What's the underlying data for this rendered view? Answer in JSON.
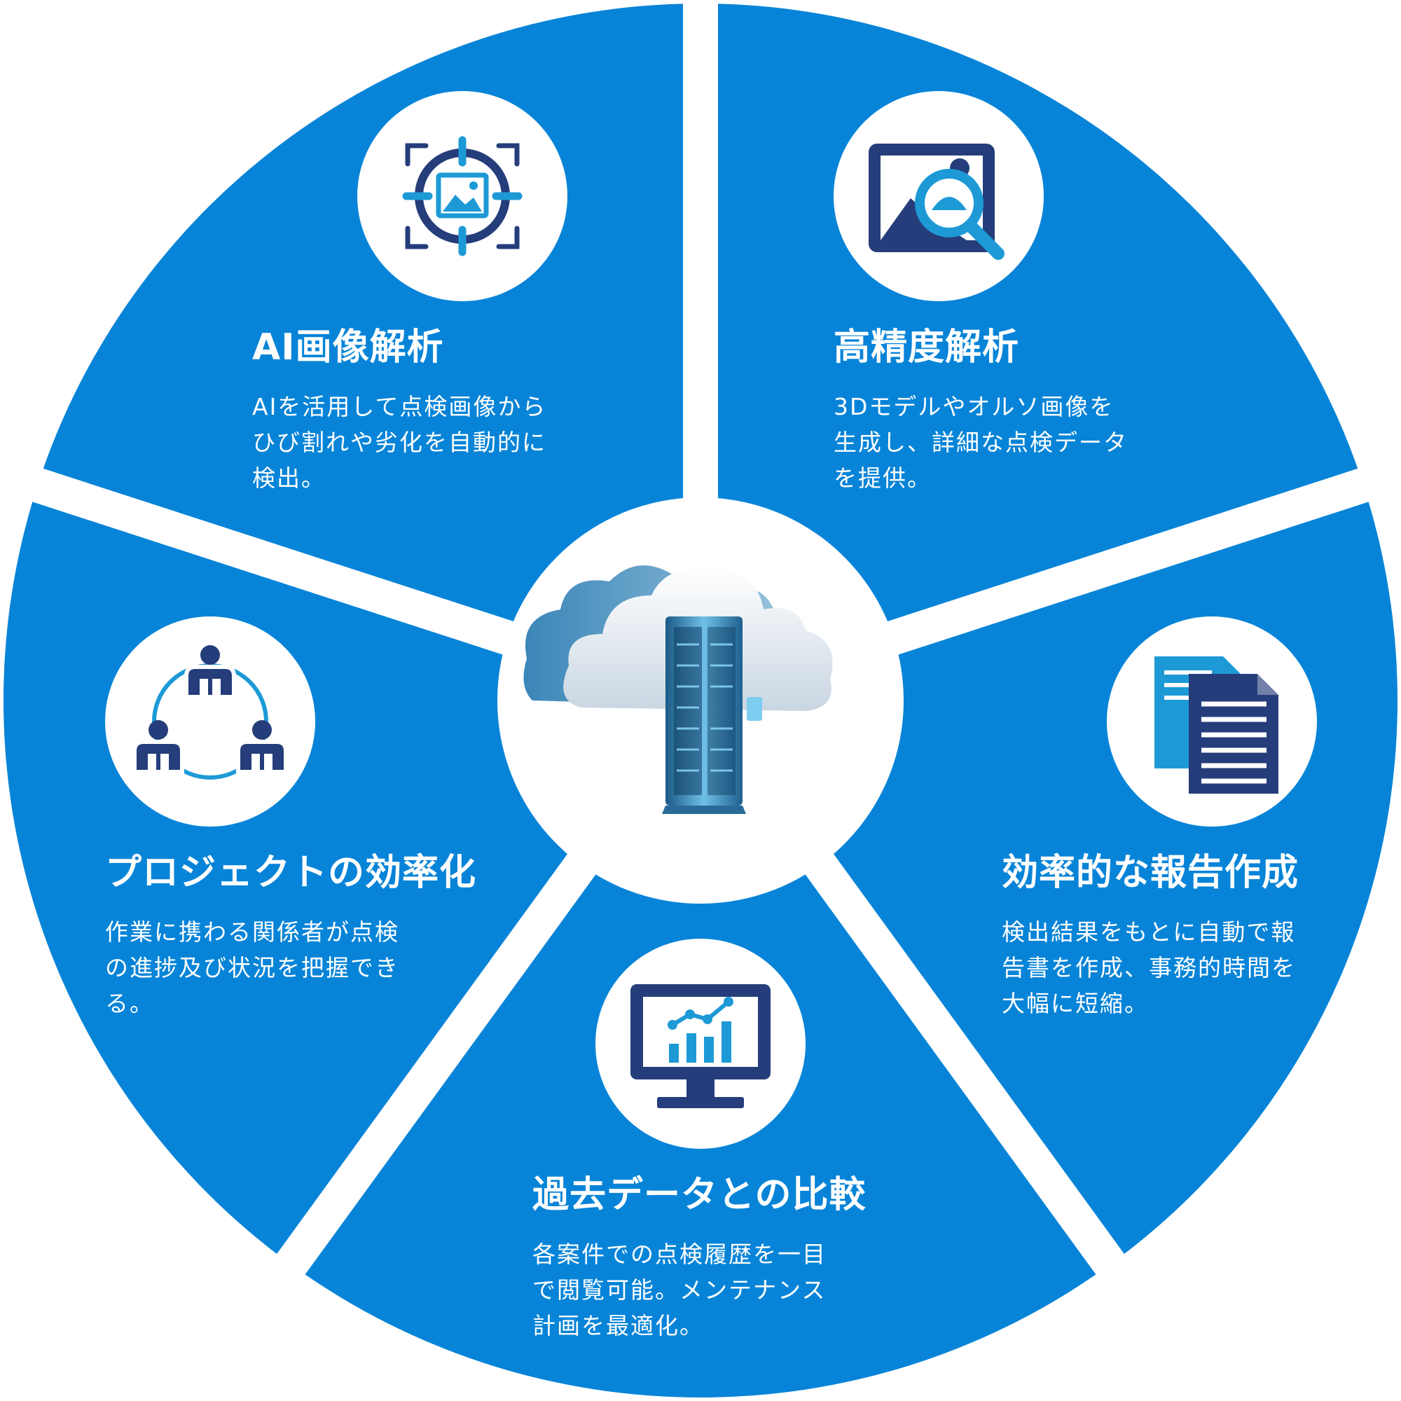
{
  "colors": {
    "segment": "#0784d8",
    "icon_navy": "#253d7a",
    "icon_blue": "#1d9ad6",
    "circle_fill": "#ffffff"
  },
  "center": {
    "icon": "cloud-server-icon"
  },
  "segments": [
    {
      "key": "ai",
      "icon": "image-target-icon",
      "title": "AI画像解析",
      "desc": [
        "AIを活用して点検画像から",
        "ひび割れや劣化を自動的に",
        "検出。"
      ]
    },
    {
      "key": "precision",
      "icon": "image-search-icon",
      "title": "高精度解析",
      "desc": [
        "3Dモデルやオルソ画像を",
        "生成し、詳細な点検データ",
        "を提供。"
      ]
    },
    {
      "key": "report",
      "icon": "documents-icon",
      "title": "効率的な報告作成",
      "desc": [
        "検出結果をもとに自動で報",
        "告書を作成、事務的時間を",
        "大幅に短縮。"
      ]
    },
    {
      "key": "compare",
      "icon": "monitor-chart-icon",
      "title": "過去データとの比較",
      "desc": [
        "各案件での点検履歴を一目",
        "で閲覧可能。メンテナンス",
        "計画を最適化。"
      ]
    },
    {
      "key": "project",
      "icon": "team-network-icon",
      "title": "プロジェクトの効率化",
      "desc": [
        "作業に携わる関係者が点検",
        "の進捗及び状況を把握でき",
        "る。"
      ]
    }
  ]
}
